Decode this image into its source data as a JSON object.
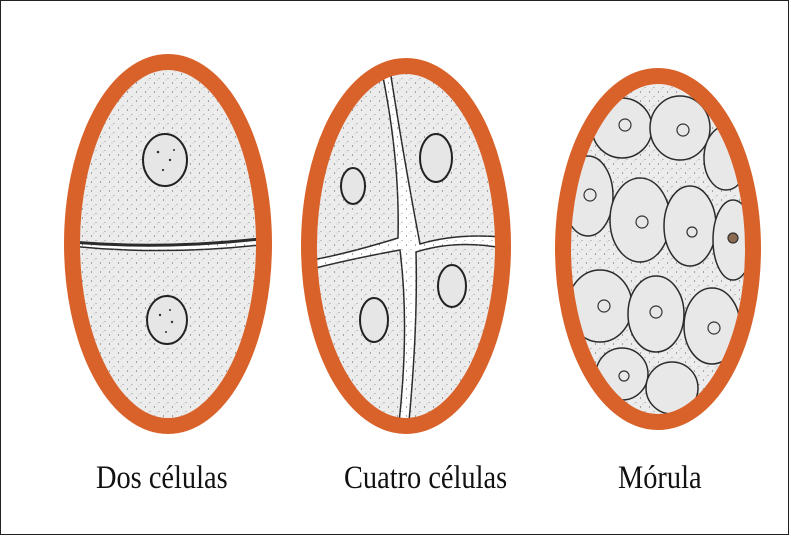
{
  "stages": [
    {
      "id": "two-cells",
      "caption": "Dos células"
    },
    {
      "id": "four-cells",
      "caption": "Cuatro células"
    },
    {
      "id": "morula",
      "caption": "Mórula"
    }
  ],
  "colors": {
    "zona_pellucida": "#d9622b",
    "cytoplasm": "#ececec",
    "cell_outline": "#2b2b2b",
    "background": "#ffffff"
  }
}
